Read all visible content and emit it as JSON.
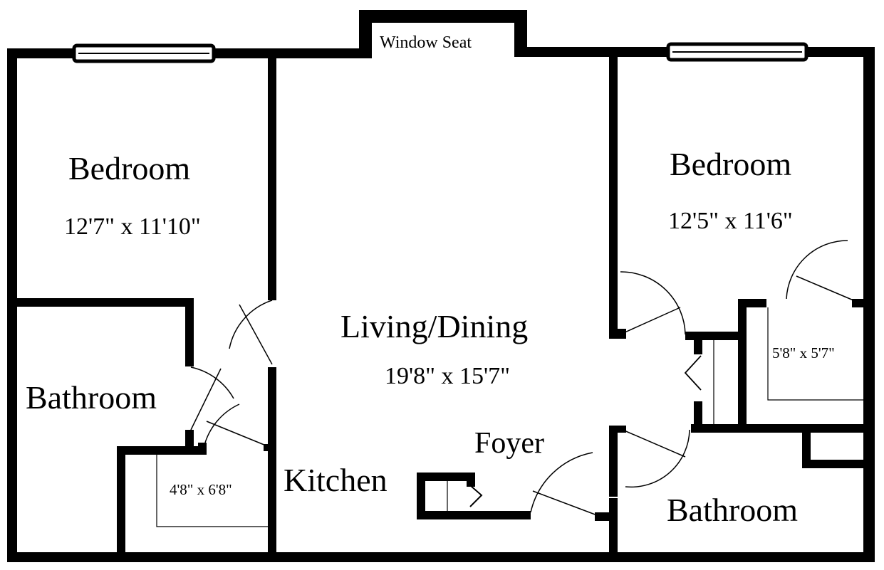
{
  "rooms": {
    "bedroom_left": {
      "name": "Bedroom",
      "size": "12'7\" x 11'10\""
    },
    "bedroom_right": {
      "name": "Bedroom",
      "size": "12'5\" x 11'6\""
    },
    "living_dining": {
      "name": "Living/Dining",
      "size": "19'8\" x 15'7\""
    },
    "bathroom_left": {
      "name": "Bathroom"
    },
    "bathroom_right": {
      "name": "Bathroom"
    },
    "kitchen": {
      "name": "Kitchen"
    },
    "foyer": {
      "name": "Foyer"
    },
    "window_seat": {
      "name": "Window Seat"
    },
    "closet_left": {
      "size": "4'8\" x 6'8\""
    },
    "closet_right": {
      "size": "5'8\" x 5'7\""
    }
  },
  "colors": {
    "wall": "#000000",
    "background": "#ffffff"
  }
}
